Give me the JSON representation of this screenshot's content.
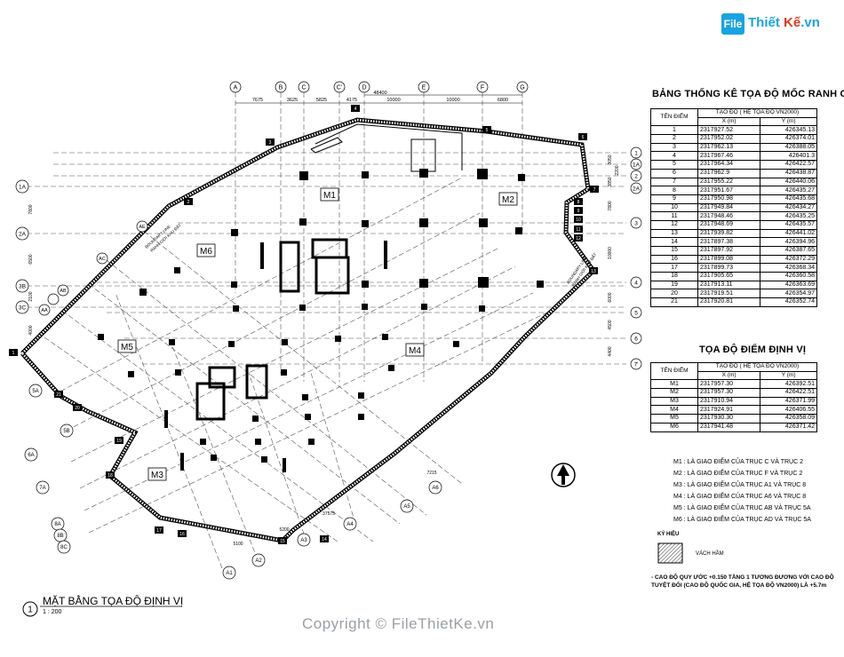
{
  "brand": {
    "mark": "File",
    "name": "Thiết",
    "name2": "Kế",
    "suffix": ".vn"
  },
  "boundary_table": {
    "title": "BẢNG THỐNG KÊ TỌA ĐỘ MỐC RANH GIỚI",
    "col_point": "TÊN ĐIỂM",
    "col_group": "TẠO ĐỘ ( HỆ TỌA ĐỘ VN2000)",
    "col_x": "X (m)",
    "col_y": "Y (m)",
    "rows": [
      [
        "1",
        "2317927.52",
        "426345.13"
      ],
      [
        "2",
        "2317952.02",
        "426374.01"
      ],
      [
        "3",
        "2317962.13",
        "426388.05"
      ],
      [
        "4",
        "2317967.46",
        "426401.3"
      ],
      [
        "5",
        "2317964.34",
        "426422.57"
      ],
      [
        "6",
        "2317962.9",
        "426438.87"
      ],
      [
        "7",
        "2317955.22",
        "426440.06"
      ],
      [
        "8",
        "2317951.67",
        "426435.27"
      ],
      [
        "9",
        "2317950.98",
        "426435.68"
      ],
      [
        "10",
        "2317949.84",
        "426434.27"
      ],
      [
        "11",
        "2317948.46",
        "426435.25"
      ],
      [
        "12",
        "2317948.69",
        "426435.57"
      ],
      [
        "13",
        "2317939.82",
        "426441.02"
      ],
      [
        "14",
        "2317897.38",
        "426394.96"
      ],
      [
        "15",
        "2317897.92",
        "426387.65"
      ],
      [
        "16",
        "2317899.08",
        "426372.29"
      ],
      [
        "17",
        "2317899.73",
        "426368.34"
      ],
      [
        "18",
        "2317905.65",
        "426360.58"
      ],
      [
        "19",
        "2317913.11",
        "426363.69"
      ],
      [
        "20",
        "2317919.51",
        "426354.97"
      ],
      [
        "21",
        "2317920.81",
        "426352.74"
      ]
    ]
  },
  "positioning_table": {
    "title": "TỌA ĐỘ ĐIỂM ĐỊNH VỊ",
    "col_point": "TÊN ĐIỂM",
    "col_group": "TẠO ĐỘ ( HỆ TỌA ĐỘ VN2000)",
    "col_x": "X (m)",
    "col_y": "Y (m)",
    "rows": [
      [
        "M1",
        "2317957.30",
        "426392.51"
      ],
      [
        "M2",
        "2317957.30",
        "426422.51"
      ],
      [
        "M3",
        "2317910.94",
        "426371.99"
      ],
      [
        "M4",
        "2317924.91",
        "426406.55"
      ],
      [
        "M5",
        "2317930.30",
        "426358.09"
      ],
      [
        "M6",
        "2317941.48",
        "426371.42"
      ]
    ]
  },
  "legend_points": [
    "M1 : LÀ GIAO ĐIỂM CỦA TRỤC C VÀ TRỤC 2",
    "M2 : LÀ GIAO ĐIỂM CỦA TRỤC F VÀ TRỤC 2",
    "M3 : LÀ GIAO ĐIỂM CỦA TRỤC A1 VÀ TRỤC 8",
    "M4 : LÀ GIAO ĐIỂM CỦA TRỤC A6 VÀ TRỤC 8",
    "M5 : LÀ GIAO ĐIỂM CỦA TRỤC AB VÀ TRỤC 5A",
    "M6 : LÀ GIAO ĐIỂM CỦA TRỤC AD VÀ TRỤC 5A"
  ],
  "symbol": {
    "title": "KÝ HIỆU",
    "label": "VÁCH HẦM"
  },
  "note": "- CAO ĐỘ QUY ƯỚC +0.150 TẦNG 1 TƯƠNG ĐƯƠNG VỚI CAO ĐỘ TUYỆT ĐỐI (CAO ĐỘ QUỐC GIA, HỆ TỌA ĐỘ VN2000) LÀ +5.7m",
  "plan": {
    "number": "1",
    "title": "MẶT BẰNG  TỌA ĐỘ  ĐỊNH VỊ",
    "scale": "1 : 200"
  },
  "watermark": "Copyright © FileThietKe.vn",
  "grid_top": {
    "labels": [
      "A",
      "B",
      "C",
      "C'",
      "D",
      "E",
      "F",
      "G"
    ],
    "dims": [
      "7675",
      "3625",
      "5825",
      "4175",
      "10000",
      "10000",
      "6800"
    ],
    "overall": "48400"
  },
  "grid_right": {
    "labels": [
      "1",
      "1A",
      "2",
      "2A",
      "3",
      "4",
      "5",
      "6",
      "7'"
    ],
    "dims": [
      "3050",
      "2200",
      "3850",
      "7800",
      "10000",
      "6000",
      "4500",
      "4400"
    ]
  },
  "grid_left": {
    "labels": [
      "1A",
      "2A",
      "3B",
      "3C"
    ]
  },
  "grid_left_dims": [
    "7800",
    "6500",
    "2100",
    "4000"
  ],
  "grid_lower_left": {
    "labels": [
      "5A",
      "5B",
      "6A",
      "7A",
      "8A",
      "8B",
      "8C"
    ]
  },
  "grid_bottom": {
    "labels": [
      "A1",
      "A2",
      "A3",
      "A4",
      "A5",
      "A6"
    ],
    "dims": [
      "5100",
      "5200",
      "37575",
      "7215"
    ]
  },
  "diag_grid": {
    "labels": [
      "AE",
      "AD",
      "AC",
      "AB",
      "AA"
    ]
  },
  "markers": [
    "M1",
    "M2",
    "M3",
    "M4",
    "M5",
    "M6"
  ],
  "boundary_points": [
    "1",
    "2",
    "3",
    "4",
    "5",
    "6",
    "7",
    "8",
    "9",
    "10",
    "11",
    "12",
    "13",
    "14",
    "15",
    "16",
    "17",
    "18",
    "19",
    "20",
    "21"
  ],
  "boundary_line_label": "BOUNDARY LINE\nRANH GIỚI KHU ĐẤT",
  "boundary_line_label_1": "BOUNDARY LINE",
  "boundary_line_label_2": "RANH GIỚI KHU ĐẤT"
}
